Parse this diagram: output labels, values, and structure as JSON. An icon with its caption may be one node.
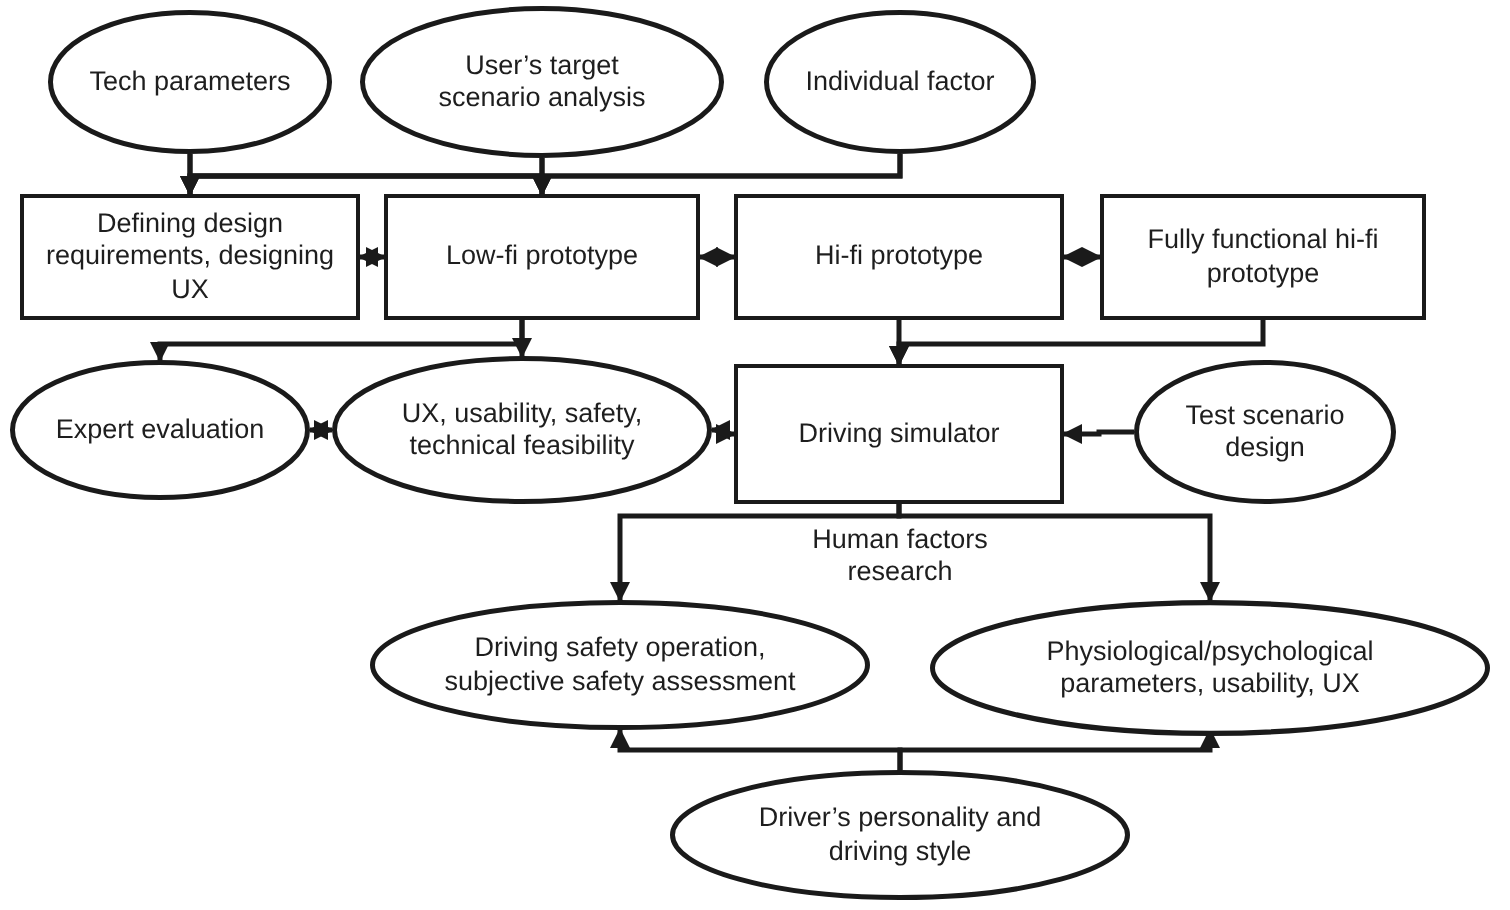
{
  "diagram": {
    "nodes": [
      {
        "text": [
          "Tech parameters"
        ]
      },
      {
        "text": [
          "User’s target scenario analysis"
        ]
      },
      {
        "text": [
          "Individual factor"
        ]
      },
      {
        "text": [
          "Defining design requirements, designing UX"
        ]
      },
      {
        "text": [
          "Low-fi prototype"
        ]
      },
      {
        "text": [
          "Hi-fi prototype"
        ]
      },
      {
        "text": [
          "Fully functional hi-fi prototype"
        ]
      },
      {
        "text": [
          "Expert evaluation"
        ]
      },
      {
        "text": [
          "UX, usability, safety, technical feasibility"
        ]
      },
      {
        "text": [
          "Driving simulator"
        ]
      },
      {
        "text": [
          "Test scenario design"
        ]
      },
      {
        "text": [
          "Driving safety operation, subjective safety assessment"
        ]
      },
      {
        "text": [
          "Physiological/psychological parameters, usability, UX"
        ]
      },
      {
        "text": [
          "Driver’s personality and driving style"
        ]
      }
    ],
    "edges": [
      {
        "from": 0,
        "to": 3,
        "arrow": "to"
      },
      {
        "from": 0,
        "to": 4,
        "arrow": "to"
      },
      {
        "from": 1,
        "to": 3,
        "arrow": "to"
      },
      {
        "from": 1,
        "to": 4,
        "arrow": "to"
      },
      {
        "from": 2,
        "to": 3,
        "arrow": "to"
      },
      {
        "from": 2,
        "to": 4,
        "arrow": "to"
      },
      {
        "from": 3,
        "to": 4,
        "arrow": "both"
      },
      {
        "from": 4,
        "to": 5,
        "arrow": "both"
      },
      {
        "from": 5,
        "to": 6,
        "arrow": "both"
      },
      {
        "from": 4,
        "to": 7,
        "arrow": "to"
      },
      {
        "from": 4,
        "to": 8,
        "arrow": "to"
      },
      {
        "from": 5,
        "to": 9,
        "arrow": "to"
      },
      {
        "from": 6,
        "to": 9,
        "arrow": "to"
      },
      {
        "from": 7,
        "to": 8,
        "arrow": "both"
      },
      {
        "from": 9,
        "to": 8,
        "arrow": "both"
      },
      {
        "from": 10,
        "to": 9,
        "arrow": "to"
      },
      {
        "from": 9,
        "to": 11,
        "arrow": "to",
        "label": "Human factors research"
      },
      {
        "from": 9,
        "to": 12,
        "arrow": "to"
      },
      {
        "from": 13,
        "to": 11,
        "arrow": "to"
      },
      {
        "from": 13,
        "to": 12,
        "arrow": "to"
      }
    ]
  }
}
